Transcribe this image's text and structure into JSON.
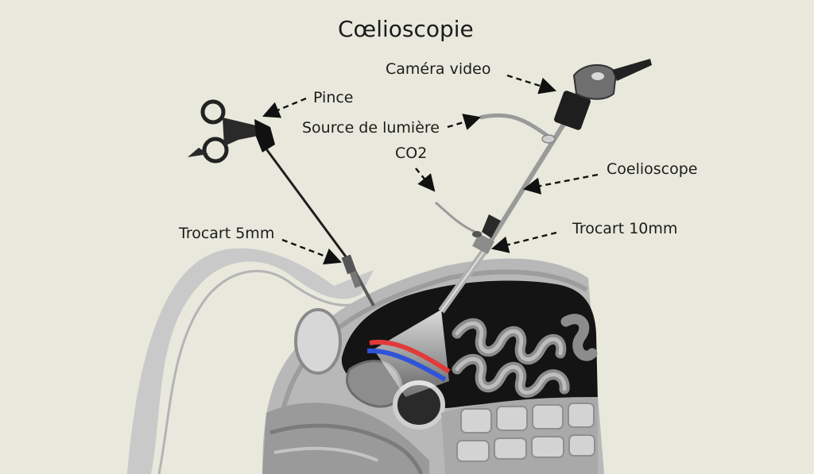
{
  "title": "Cœlioscopie",
  "labels": {
    "pince": "Pince",
    "camera": "Caméra video",
    "source_lumiere": "Source de lumière",
    "co2": "CO2",
    "coelioscope": "Coelioscope",
    "trocart_5mm": "Trocart 5mm",
    "trocart_10mm": "Trocart 10mm"
  },
  "colors": {
    "background": "#e8e8dc",
    "artery": "#e23a3a",
    "vein": "#2f54d8",
    "instrument": "#2a2a2a"
  }
}
